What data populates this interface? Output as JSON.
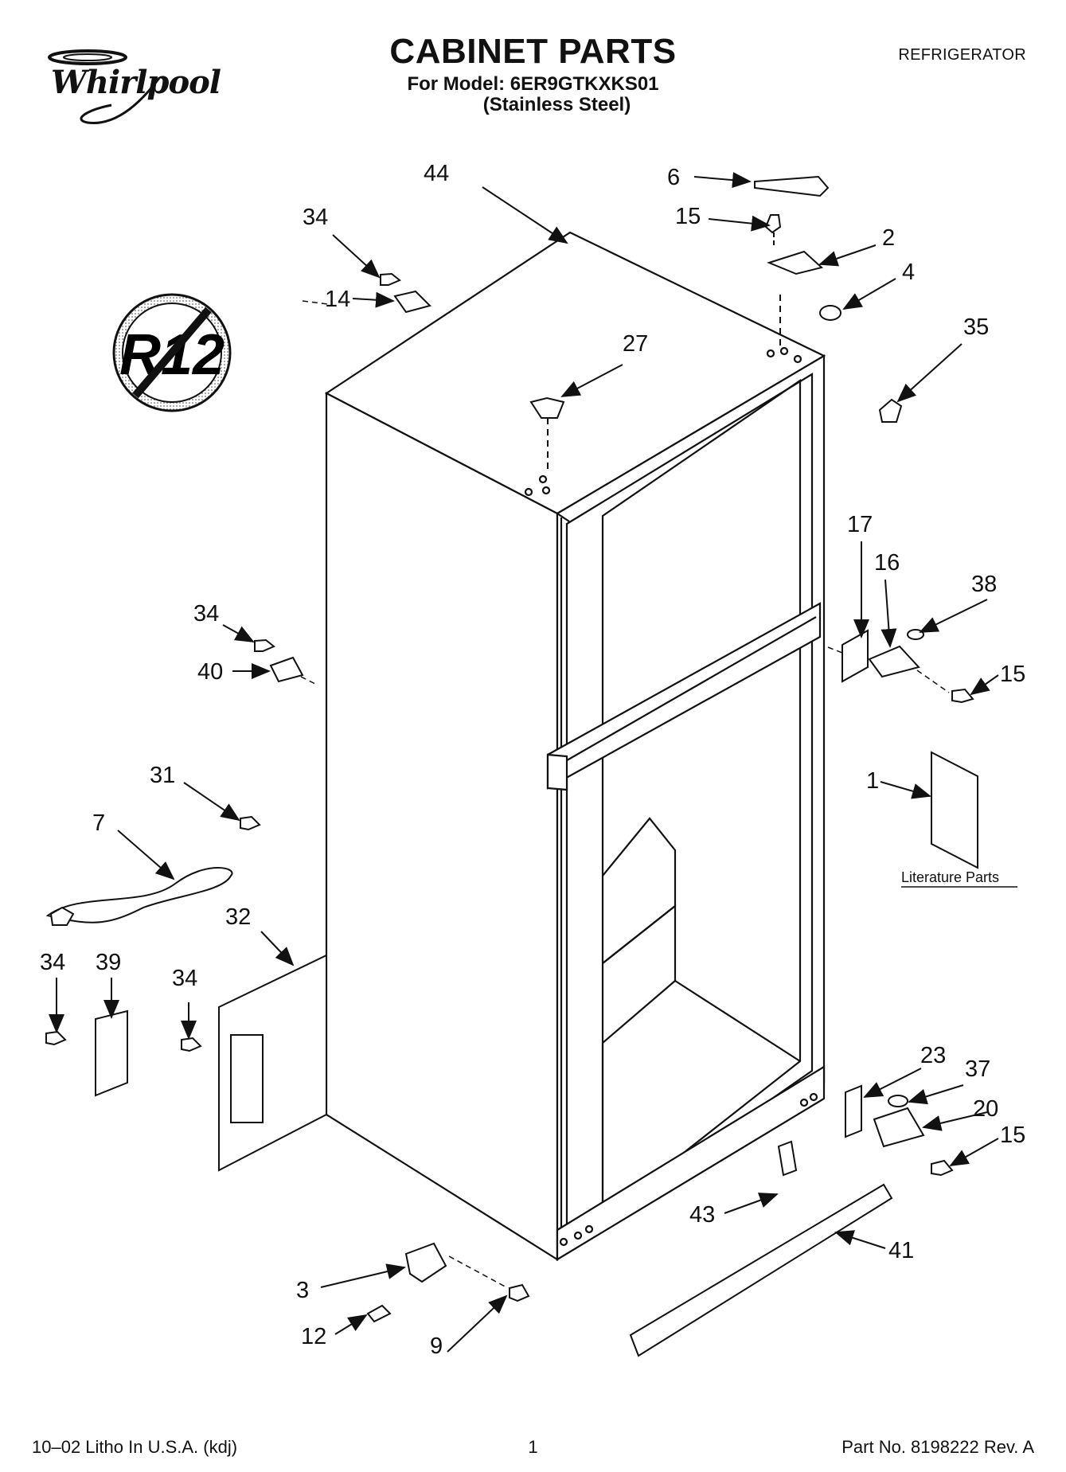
{
  "header": {
    "brand": "Whirlpool",
    "title": "CABINET PARTS",
    "model_line": "For Model: 6ER9GTKXKS01",
    "finish_line": "(Stainless Steel)",
    "category": "REFRIGERATOR"
  },
  "badge": {
    "text": "R12",
    "meaning": "no-r12-refrigerant"
  },
  "literature_label": "Literature Parts",
  "callouts": {
    "c1": "1",
    "c2": "2",
    "c3": "3",
    "c4": "4",
    "c6": "6",
    "c7": "7",
    "c9": "9",
    "c12": "12",
    "c14": "14",
    "c15a": "15",
    "c15b": "15",
    "c15c": "15",
    "c16": "16",
    "c17": "17",
    "c20": "20",
    "c23": "23",
    "c27": "27",
    "c31": "31",
    "c32": "32",
    "c34a": "34",
    "c34b": "34",
    "c34c": "34",
    "c34d": "34",
    "c35": "35",
    "c37": "37",
    "c38": "38",
    "c39": "39",
    "c40": "40",
    "c41": "41",
    "c43": "43",
    "c44": "44"
  },
  "footer": {
    "left": "10–02 Litho In U.S.A. (kdj)",
    "center": "1",
    "right": "Part No. 8198222 Rev. A"
  }
}
